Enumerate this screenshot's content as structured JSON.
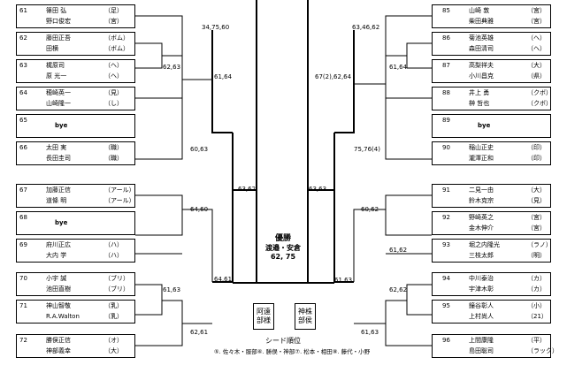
{
  "left": [
    {
      "seed": "61",
      "p": [
        {
          "name": "篠田 弘",
          "aff": "（足）"
        },
        {
          "name": "野口俊宏",
          "aff": "（宮）"
        }
      ]
    },
    {
      "seed": "62",
      "p": [
        {
          "name": "藤田正吾",
          "aff": "（ボム）"
        },
        {
          "name": "田横",
          "aff": "（ボム）"
        }
      ]
    },
    {
      "seed": "63",
      "p": [
        {
          "name": "梶原司",
          "aff": "（ヘ）"
        },
        {
          "name": "原 光一",
          "aff": "（ヘ）"
        }
      ]
    },
    {
      "seed": "64",
      "p": [
        {
          "name": "穂崎英一",
          "aff": "（見）"
        },
        {
          "name": "山崎隆一",
          "aff": "（し）"
        }
      ]
    },
    {
      "seed": "65",
      "bye": "bye"
    },
    {
      "seed": "66",
      "p": [
        {
          "name": "太田 実",
          "aff": "（職）"
        },
        {
          "name": "長田圭司",
          "aff": "（職）"
        }
      ]
    },
    {
      "seed": "67",
      "p": [
        {
          "name": "加藤正信",
          "aff": "（アール）"
        },
        {
          "name": "道條 明",
          "aff": "（アール）"
        }
      ]
    },
    {
      "seed": "68",
      "bye": "bye"
    },
    {
      "seed": "69",
      "p": [
        {
          "name": "府川正広",
          "aff": "（ハ）"
        },
        {
          "name": "大内 学",
          "aff": "（ハ）"
        }
      ]
    },
    {
      "seed": "70",
      "p": [
        {
          "name": "小宇 誠",
          "aff": "（ブリ）"
        },
        {
          "name": "池田直樹",
          "aff": "（ブリ）"
        }
      ]
    },
    {
      "seed": "71",
      "p": [
        {
          "name": "神山智敬",
          "aff": "（乳）"
        },
        {
          "name": "R.A.Walton",
          "aff": "（乳）"
        }
      ]
    },
    {
      "seed": "72",
      "p": [
        {
          "name": "勝俣正信",
          "aff": "（オ）"
        },
        {
          "name": "神部義幸",
          "aff": "（大）"
        }
      ]
    }
  ],
  "right": [
    {
      "seed": "85",
      "p": [
        {
          "name": "山崎 敦",
          "aff": "（宮）"
        },
        {
          "name": "柴田典雅",
          "aff": "（宮）"
        }
      ]
    },
    {
      "seed": "86",
      "p": [
        {
          "name": "菊池英雄",
          "aff": "（ヘ）"
        },
        {
          "name": "森田清司",
          "aff": "（ヘ）"
        }
      ]
    },
    {
      "seed": "87",
      "p": [
        {
          "name": "高梨祥夫",
          "aff": "（大）"
        },
        {
          "name": "小川昌克",
          "aff": "（県）"
        }
      ]
    },
    {
      "seed": "88",
      "p": [
        {
          "name": "井上 勇",
          "aff": "（クボ）"
        },
        {
          "name": "榊 哲也",
          "aff": "（クボ）"
        }
      ]
    },
    {
      "seed": "89",
      "bye": "bye"
    },
    {
      "seed": "90",
      "p": [
        {
          "name": "稲山正史",
          "aff": "（印）"
        },
        {
          "name": "瀧澤正和",
          "aff": "（印）"
        }
      ]
    },
    {
      "seed": "91",
      "p": [
        {
          "name": "二見一由",
          "aff": "（大）"
        },
        {
          "name": "鈴木克宗",
          "aff": "（見）"
        }
      ]
    },
    {
      "seed": "92",
      "p": [
        {
          "name": "野崎英之",
          "aff": "（宮）"
        },
        {
          "name": "金木伸介",
          "aff": "（宮）"
        }
      ]
    },
    {
      "seed": "93",
      "p": [
        {
          "name": "堀之内隆光",
          "aff": "（ラノ）"
        },
        {
          "name": "三枝太郎",
          "aff": "（明）"
        }
      ]
    },
    {
      "seed": "94",
      "p": [
        {
          "name": "中川泰治",
          "aff": "（カ）"
        },
        {
          "name": "宇津木彰",
          "aff": "（カ）"
        }
      ]
    },
    {
      "seed": "95",
      "p": [
        {
          "name": "鐘谷彰人",
          "aff": "（小）"
        },
        {
          "name": "上村尚人",
          "aff": "（21）"
        }
      ]
    },
    {
      "seed": "96",
      "p": [
        {
          "name": "上間康隆",
          "aff": "（平）"
        },
        {
          "name": "島田聡司",
          "aff": "（ラック）"
        }
      ]
    }
  ],
  "scores": {
    "l1": "34,75,60",
    "l2": "62,63",
    "l3": "61,64",
    "l4": "60,63",
    "l5": "63,62",
    "l6": "64,60",
    "l7": "61,63",
    "l8": "64,61",
    "l9": "62,61",
    "r1": "63,46,62",
    "r2": "61,64",
    "r3": "67(2),62,64",
    "r4": "75,76(4)",
    "r5": "63,63",
    "r6": "60,62",
    "r7": "61,62",
    "r8": "62,62",
    "r9": "61,63",
    "r10": "61,63"
  },
  "winner": {
    "label": "優勝",
    "names": "渡邉・安倉",
    "score": "62, 75"
  },
  "finalists": [
    {
      "text": "阿遠部様"
    },
    {
      "text": "神株部侯"
    }
  ],
  "seed_title": "シード順位",
  "seed_list": "⑤. 佐々木・服部⑥. 勝俣・神部⑦. 松本・相田⑧. 藤代・小野"
}
